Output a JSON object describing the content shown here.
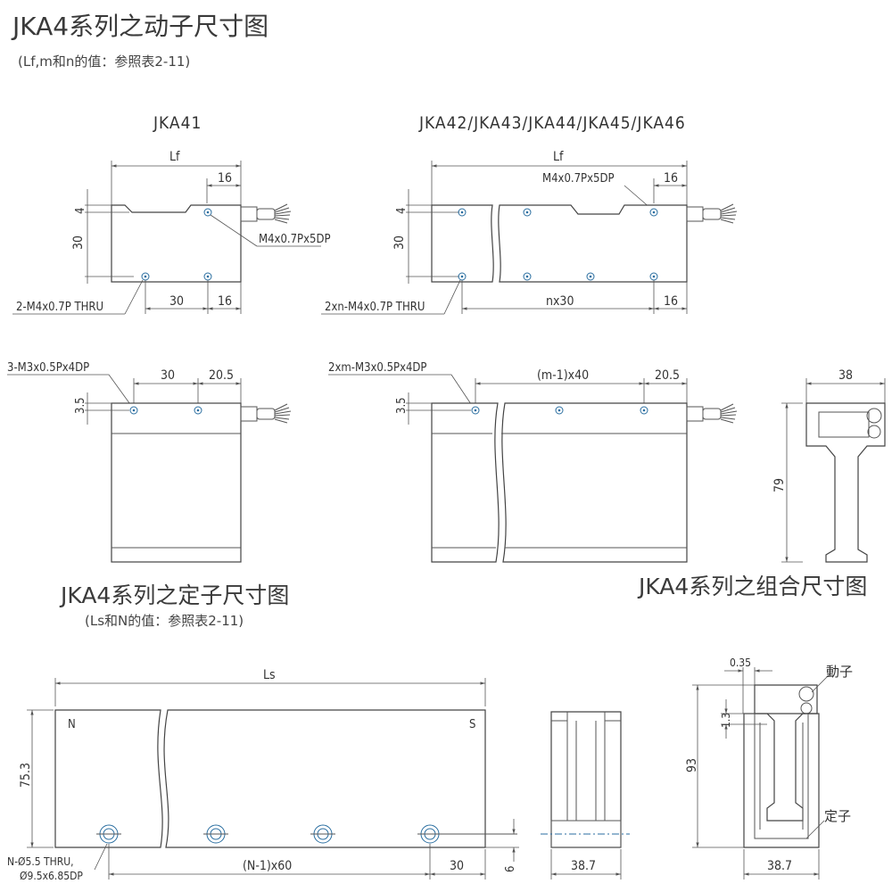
{
  "headings": {
    "mover_title": "JKA4系列之动子尺寸图",
    "mover_note": "(Lf,m和n的值：参照表2-11)",
    "stator_title": "JKA4系列之定子尺寸图",
    "stator_note": "(Ls和N的值：参照表2-11)",
    "combo_title": "JKA4系列之组合尺寸图"
  },
  "jka41": {
    "title": "JKA41",
    "lf": "Lf",
    "d16_top": "16",
    "d4": "4",
    "d30_h": "30",
    "tap_label": "M4x0.7Px5DP",
    "thru_label": "2-M4x0.7P THRU",
    "d30_bottom": "30",
    "d16_bottom": "16",
    "top_holes_label": "3-M3x0.5Px4DP",
    "d30_top": "30",
    "d205_top": "20.5",
    "d35": "3.5"
  },
  "jka42": {
    "title": "JKA42/JKA43/JKA44/JKA45/JKA46",
    "lf": "Lf",
    "tap_label": "M4x0.7Px5DP",
    "d16_top": "16",
    "d4": "4",
    "d30_h": "30",
    "thru_label": "2xn-M4x0.7P THRU",
    "nx30": "nx30",
    "d16_bottom": "16",
    "top_holes_label": "2xm-M3x0.5Px4DP",
    "m40": "(m-1)x40",
    "d205_top": "20.5",
    "d35": "3.5"
  },
  "side": {
    "width": "38",
    "height": "79"
  },
  "stator": {
    "ls": "Ls",
    "n_mark": "N",
    "s_mark": "S",
    "height": "75.3",
    "hole_label_1": "N-Ø5.5 THRU,",
    "hole_label_2": "Ø9.5x6.85DP",
    "pitch": "(N-1)x60",
    "end_offset": "30",
    "hole_height": "6",
    "end_width": "38.7"
  },
  "combo": {
    "gap": "0.35",
    "offset": "1.3",
    "height": "93",
    "mover_label": "動子",
    "stator_label": "定子",
    "width": "38.7"
  }
}
